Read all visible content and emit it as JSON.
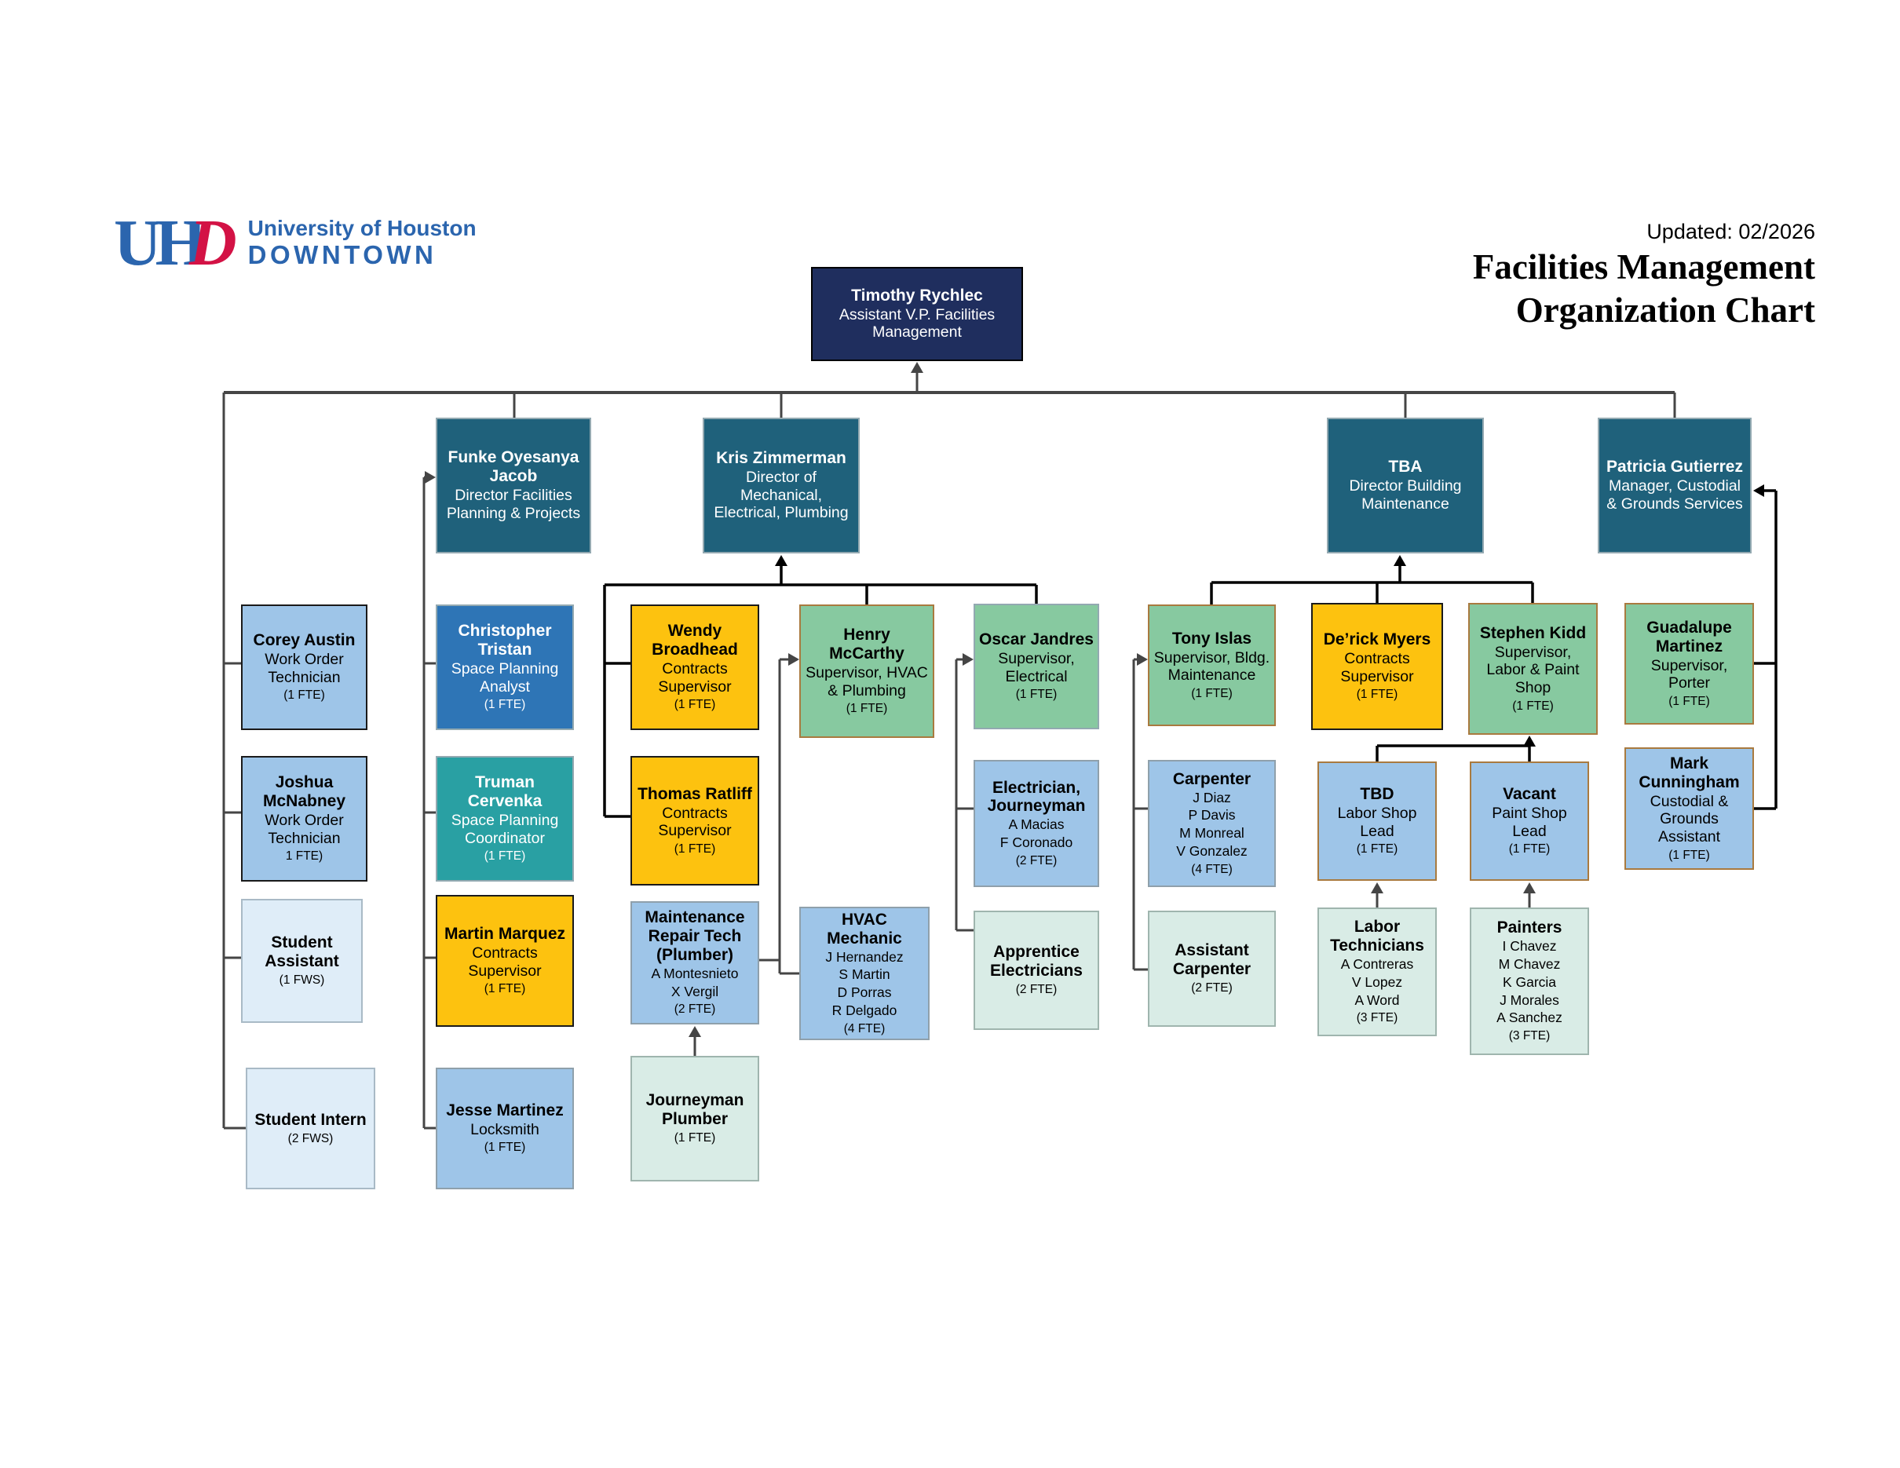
{
  "header": {
    "logo": {
      "mark_uh": "UH",
      "mark_d": "D",
      "org_line1": "University of Houston",
      "org_line2": "DOWNTOWN"
    },
    "updated": "Updated: 02/2026",
    "title_line1": "Facilities Management",
    "title_line2": "Organization Chart"
  },
  "palette": {
    "logo_blue": "#2b65ae",
    "logo_red": "#d31245",
    "line_gray": "#454545",
    "line_black": "#000000",
    "styles": {
      "navy": {
        "fill": "#1f2e5e",
        "border": "#000000",
        "text": "#ffffff"
      },
      "director_teal": {
        "fill": "#1f617b",
        "border": "#93a9b1",
        "text": "#ffffff"
      },
      "mid_blue": {
        "fill": "#2e75b6",
        "border": "#93a9b1",
        "text": "#ffffff"
      },
      "medium_teal": {
        "fill": "#29a0a3",
        "border": "#93a9b1",
        "text": "#ffffff"
      },
      "gold": {
        "fill": "#fdc20f",
        "border": "#1a1a1a",
        "text": "#000000"
      },
      "green_brown": {
        "fill": "#87c9a0",
        "border": "#a97a3f",
        "text": "#000000"
      },
      "green_gray": {
        "fill": "#87c9a0",
        "border": "#93a9b1",
        "text": "#000000"
      },
      "light_blue_dark": {
        "fill": "#9ec5e8",
        "border": "#1a1a1a",
        "text": "#000000"
      },
      "light_blue_gray": {
        "fill": "#9ec5e8",
        "border": "#8fa0ab",
        "text": "#000000"
      },
      "light_blue_brown": {
        "fill": "#9ec5e8",
        "border": "#a97a3f",
        "text": "#000000"
      },
      "pale_blue": {
        "fill": "#dfedf8",
        "border": "#a9bac6",
        "text": "#000000"
      },
      "mint": {
        "fill": "#d9ece6",
        "border": "#9fb5ae",
        "text": "#000000"
      }
    }
  },
  "boxes": [
    {
      "id": "timothy",
      "style": "navy",
      "name": "Timothy Rychlec",
      "title": "Assistant V.P. Facilities Management",
      "roster": [],
      "fte": ""
    },
    {
      "id": "funke",
      "style": "director_teal",
      "name": "Funke Oyesanya Jacob",
      "title": "Director Facilities Planning & Projects",
      "roster": [],
      "fte": ""
    },
    {
      "id": "kris",
      "style": "director_teal",
      "name": "Kris Zimmerman",
      "title": "Director of Mechanical, Electrical, Plumbing",
      "roster": [],
      "fte": ""
    },
    {
      "id": "tba",
      "style": "director_teal",
      "name": "TBA",
      "title": "Director Building Maintenance",
      "roster": [],
      "fte": ""
    },
    {
      "id": "patricia",
      "style": "director_teal",
      "name": "Patricia Gutierrez",
      "title": "Manager, Custodial & Grounds Services",
      "roster": [],
      "fte": ""
    },
    {
      "id": "corey",
      "style": "light_blue_dark",
      "name": "Corey Austin",
      "title": "Work Order Technician",
      "roster": [],
      "fte": "(1 FTE)"
    },
    {
      "id": "joshua",
      "style": "light_blue_dark",
      "name": "Joshua McNabney",
      "title": "Work Order Technician",
      "roster": [],
      "fte": "1 FTE)"
    },
    {
      "id": "student_assistant",
      "style": "pale_blue",
      "name": "Student Assistant",
      "title": "",
      "roster": [],
      "fte": "(1 FWS)"
    },
    {
      "id": "student_intern",
      "style": "pale_blue",
      "name": "Student Intern",
      "title": "",
      "roster": [],
      "fte": "(2 FWS)"
    },
    {
      "id": "christopher",
      "style": "mid_blue",
      "name": "Christopher Tristan",
      "title": "Space Planning Analyst",
      "roster": [],
      "fte": "(1 FTE)"
    },
    {
      "id": "truman",
      "style": "medium_teal",
      "name": "Truman Cervenka",
      "title": "Space Planning Coordinator",
      "roster": [],
      "fte": "(1 FTE)"
    },
    {
      "id": "martin",
      "style": "gold",
      "name": "Martin Marquez",
      "title": "Contracts Supervisor",
      "roster": [],
      "fte": "(1 FTE)"
    },
    {
      "id": "jesse",
      "style": "light_blue_gray",
      "name": "Jesse Martinez",
      "title": "Locksmith",
      "roster": [],
      "fte": "(1 FTE)"
    },
    {
      "id": "wendy",
      "style": "gold",
      "name": "Wendy Broadhead",
      "title": "Contracts Supervisor",
      "roster": [],
      "fte": "(1 FTE)"
    },
    {
      "id": "thomas",
      "style": "gold",
      "name": "Thomas Ratliff",
      "title": "Contracts Supervisor",
      "roster": [],
      "fte": "(1 FTE)"
    },
    {
      "id": "maintenance",
      "style": "light_blue_gray",
      "name": "Maintenance Repair Tech (Plumber)",
      "title": "",
      "roster": [
        "A Montesnieto",
        "X Vergil"
      ],
      "fte": "(2 FTE)"
    },
    {
      "id": "journeyman",
      "style": "mint",
      "name": "Journeyman Plumber",
      "title": "",
      "roster": [],
      "fte": "(1 FTE)"
    },
    {
      "id": "henry",
      "style": "green_brown",
      "name": "Henry McCarthy",
      "title": "Supervisor, HVAC & Plumbing",
      "roster": [],
      "fte": "(1 FTE)"
    },
    {
      "id": "hvac",
      "style": "light_blue_gray",
      "name": "HVAC Mechanic",
      "title": "",
      "roster": [
        "J Hernandez",
        "S Martin",
        "D Porras",
        "R Delgado"
      ],
      "fte": "(4 FTE)"
    },
    {
      "id": "oscar",
      "style": "green_gray",
      "name": "Oscar Jandres",
      "title": "Supervisor, Electrical",
      "roster": [],
      "fte": "(1 FTE)"
    },
    {
      "id": "electrician",
      "style": "light_blue_gray",
      "name": "Electrician, Journeyman",
      "title": "",
      "roster": [
        "A Macias",
        "F Coronado"
      ],
      "fte": "(2 FTE)"
    },
    {
      "id": "apprentice",
      "style": "mint",
      "name": "Apprentice Electricians",
      "title": "",
      "roster": [],
      "fte": "(2 FTE)"
    },
    {
      "id": "tony",
      "style": "green_brown",
      "name": "Tony Islas",
      "title": "Supervisor, Bldg. Maintenance",
      "roster": [],
      "fte": "(1 FTE)"
    },
    {
      "id": "carpenter",
      "style": "light_blue_gray",
      "name": "Carpenter",
      "title": "",
      "roster": [
        "J Diaz",
        "P Davis",
        "M Monreal",
        "V Gonzalez"
      ],
      "fte": "(4 FTE)"
    },
    {
      "id": "asst_carpenter",
      "style": "mint",
      "name": "Assistant Carpenter",
      "title": "",
      "roster": [],
      "fte": "(2 FTE)"
    },
    {
      "id": "derick",
      "style": "gold",
      "name": "De’rick Myers",
      "title": "Contracts Supervisor",
      "roster": [],
      "fte": "(1 FTE)"
    },
    {
      "id": "tbd",
      "style": "light_blue_brown",
      "name": "TBD",
      "title": "Labor Shop Lead",
      "roster": [],
      "fte": "(1 FTE)"
    },
    {
      "id": "labor_tech",
      "style": "mint",
      "name": "Labor Technicians",
      "title": "",
      "roster": [
        "A Contreras",
        "V Lopez",
        "A Word"
      ],
      "fte": "(3 FTE)"
    },
    {
      "id": "stephen",
      "style": "green_brown",
      "name": "Stephen Kidd",
      "title": "Supervisor, Labor & Paint Shop",
      "roster": [],
      "fte": "(1 FTE)"
    },
    {
      "id": "vacant",
      "style": "light_blue_brown",
      "name": "Vacant",
      "title": "Paint Shop Lead",
      "roster": [],
      "fte": "(1 FTE)"
    },
    {
      "id": "painters",
      "style": "mint",
      "name": "Painters",
      "title": "",
      "roster": [
        "I Chavez",
        "M Chavez",
        "K Garcia",
        "J Morales",
        "A Sanchez"
      ],
      "fte": "(3 FTE)"
    },
    {
      "id": "guadalupe",
      "style": "green_brown",
      "name": "Guadalupe Martinez",
      "title": "Supervisor, Porter",
      "roster": [],
      "fte": "(1 FTE)"
    },
    {
      "id": "mark",
      "style": "light_blue_brown",
      "name": "Mark Cunningham",
      "title": "Custodial & Grounds Assistant",
      "roster": [],
      "fte": "(1 FTE)"
    }
  ]
}
